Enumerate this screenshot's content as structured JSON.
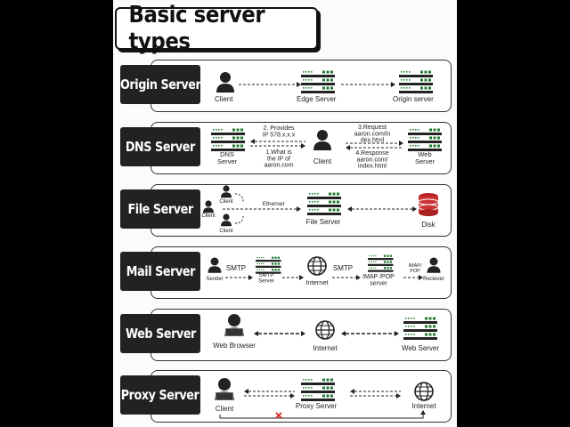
{
  "title": "Basic server types",
  "rows": [
    {
      "label": "Origin Server",
      "client": "Client",
      "edge": "Edge Server",
      "origin": "Origin server"
    },
    {
      "label": "DNS Server",
      "dns": "DNS\nServer",
      "client": "Client",
      "web": "Web\nServer",
      "provides": "2. Provides\nIP 578.x.x.x",
      "what": "1.What is\nthe IP of\naaron.com",
      "request": "3.Request\naaron.com/in\ndex.html",
      "response": "4.Response\naaron.com/\nindex.html"
    },
    {
      "label": "File Server",
      "client1": "Client",
      "client2": "Client",
      "client3": "Client",
      "ethernet": "Ethernet",
      "fileserver": "File Server",
      "disk": "Disk"
    },
    {
      "label": "Mail Server",
      "sender": "Sender",
      "smtp1": "SMTP",
      "smtpserver": "SMTP\nServer",
      "internet": "Internet",
      "smtp2": "SMTP",
      "imap": "IMAP /POP\nserver",
      "imappop": "IMAP/\nPOP",
      "receiver": "Reciever"
    },
    {
      "label": "Web Server",
      "browser": "Web Browser",
      "internet": "Internet",
      "webserver": "Web Server"
    },
    {
      "label": "Proxy Server",
      "client": "Client",
      "proxy": "Proxy Server",
      "internet": "Internet"
    }
  ]
}
